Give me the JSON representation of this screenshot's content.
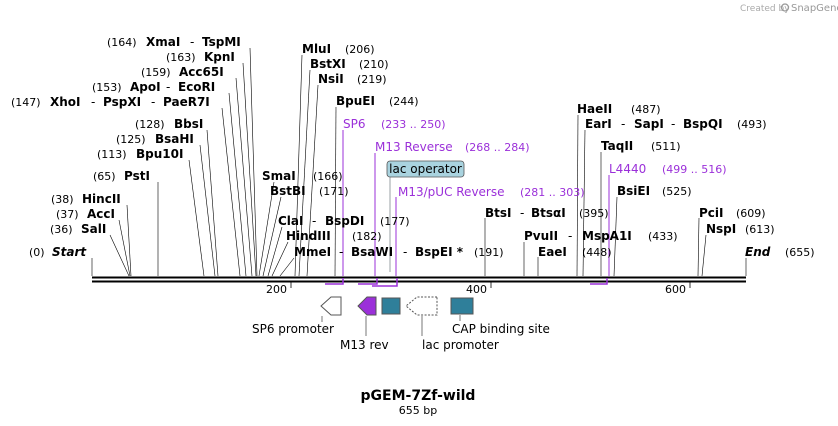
{
  "credit": {
    "prefix": "Created by",
    "brand": "SnapGene"
  },
  "plasmid": {
    "name": "pGEM-7Zf-wild",
    "length": "655 bp",
    "bp": 655
  },
  "ends": [
    {
      "coord": "(0)",
      "name": "Start",
      "pos": 0
    },
    {
      "name": "End",
      "coord": "(655)",
      "pos": 655
    }
  ],
  "ruler": [
    "200",
    "400",
    "600"
  ],
  "enzymes": [
    {
      "coord": "(164)",
      "name": "XmaI",
      "sep": "-",
      "name2": "TspMI",
      "pos": 164
    },
    {
      "coord": "(163)",
      "name": "KpnI",
      "pos": 163
    },
    {
      "coord": "(159)",
      "name": "Acc65I",
      "pos": 159
    },
    {
      "coord": "(153)",
      "name": "ApoI",
      "sep": "-",
      "name2": "EcoRI",
      "pos": 153
    },
    {
      "coord": "(147)",
      "name": "XhoI",
      "sep": "-",
      "name2": "PspXI",
      "sep2": "-",
      "name3": "PaeR7I",
      "pos": 147
    },
    {
      "coord": "(128)",
      "name": "BbsI",
      "pos": 128
    },
    {
      "coord": "(125)",
      "name": "BsaHI",
      "pos": 125
    },
    {
      "coord": "(113)",
      "name": "Bpu10I",
      "pos": 113
    },
    {
      "coord": "(65)",
      "name": "PstI",
      "pos": 65
    },
    {
      "coord": "(38)",
      "name": "HincII",
      "pos": 38
    },
    {
      "coord": "(37)",
      "name": "AccI",
      "pos": 37
    },
    {
      "coord": "(36)",
      "name": "SalI",
      "pos": 36
    },
    {
      "name": "MluI",
      "coord": "(206)",
      "pos": 206
    },
    {
      "name": "BstXI",
      "coord": "(210)",
      "pos": 210
    },
    {
      "name": "NsiI",
      "coord": "(219)",
      "pos": 219
    },
    {
      "name": "BpuEI",
      "coord": "(244)",
      "pos": 244
    },
    {
      "name": "SmaI",
      "coord": "(166)",
      "pos": 166
    },
    {
      "name": "BstBI",
      "coord": "(171)",
      "pos": 171
    },
    {
      "name": "ClaI",
      "sep": "-",
      "name2": "BspDI",
      "coord": "(177)",
      "pos": 177
    },
    {
      "name": "HindIII",
      "coord": "(182)",
      "pos": 182
    },
    {
      "name": "MmeI",
      "sep": "-",
      "name2": "BsaWI",
      "sep2": "-",
      "name3": "BspEI *",
      "coord": "(191)",
      "pos": 191
    },
    {
      "name": "BtsI",
      "sep": "-",
      "name2": "BtsαI",
      "coord": "(395)",
      "pos": 395
    },
    {
      "name": "PvuII",
      "sep": "-",
      "name2": "MspA1I",
      "coord": "(433)",
      "pos": 433
    },
    {
      "name": "EaeI",
      "coord": "(448)",
      "pos": 448
    },
    {
      "name": "HaeII",
      "coord": "(487)",
      "pos": 487
    },
    {
      "name": "EarI",
      "sep": "-",
      "name2": "SapI",
      "sep2": "-",
      "name3": "BspQI",
      "coord": "(493)",
      "pos": 493
    },
    {
      "name": "TaqII",
      "coord": "(511)",
      "pos": 511
    },
    {
      "name": "BsiEI",
      "coord": "(525)",
      "pos": 525
    },
    {
      "name": "PciI",
      "coord": "(609)",
      "pos": 609
    },
    {
      "name": "NspI",
      "coord": "(613)",
      "pos": 613
    }
  ],
  "primers": [
    {
      "name": "SP6",
      "coord": "(233 .. 250)"
    },
    {
      "name": "M13 Reverse",
      "coord": "(268 .. 284)"
    },
    {
      "name": "M13/pUC Reverse",
      "coord": "(281 .. 303)"
    },
    {
      "name": "L4440",
      "coord": "(499 .. 516)"
    }
  ],
  "features": [
    {
      "name": "lac operator",
      "type": "boxed-label"
    },
    {
      "name": "SP6 promoter",
      "type": "promoter"
    },
    {
      "name": "M13 rev",
      "type": "primer_bind"
    },
    {
      "name": "lac promoter",
      "type": "promoter"
    },
    {
      "name": "CAP binding site",
      "type": "protein_bind"
    }
  ],
  "colors": {
    "primer": "#9b30d9",
    "feature_teal": "#2f7f9a",
    "lac_operator_fill": "#a9d3df",
    "backbone": "#000000"
  }
}
